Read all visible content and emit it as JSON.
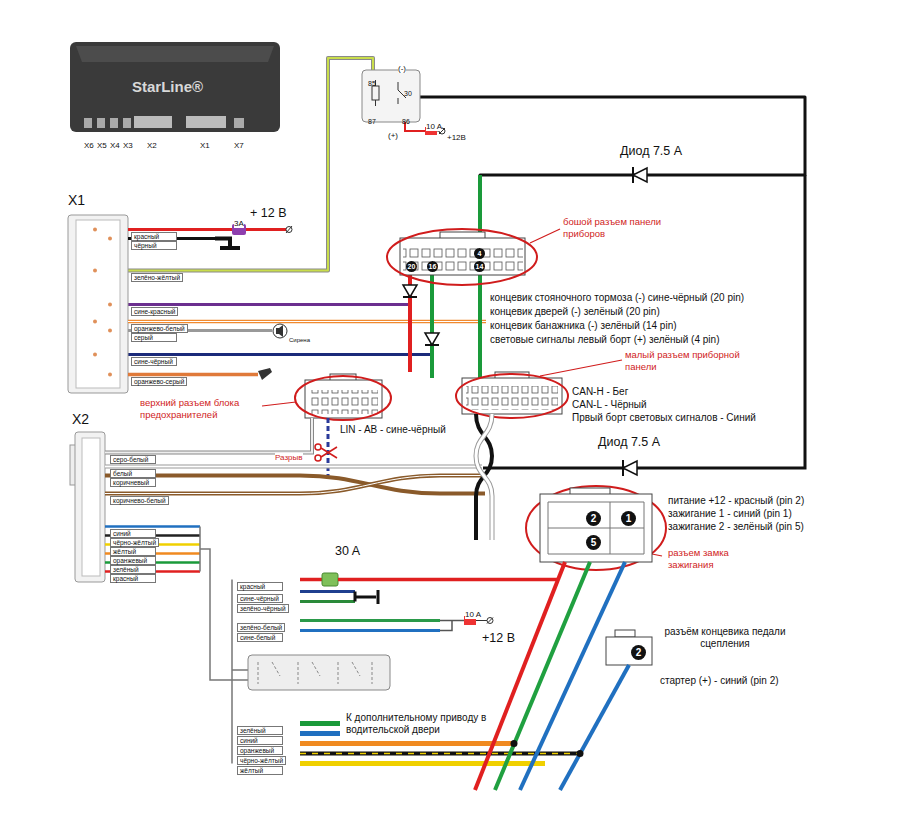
{
  "diagram": {
    "nodes": [
      {
        "text": [
          "StarLine®"
        ]
      },
      {
        "text": [
          "X1"
        ]
      },
      {
        "text": [
          "X2"
        ]
      },
      {
        "text": [
          "85",
          "30",
          "87",
          "86"
        ]
      },
      {
        "text": [
          "20",
          "16",
          "4",
          "14"
        ]
      },
      {
        "text": [
          "2",
          "1",
          "5"
        ]
      },
      {
        "text": [
          "2"
        ]
      }
    ],
    "edges": [
      {
        "from": 1,
        "to": 3,
        "arrow": "none"
      },
      {
        "from": 1,
        "to": 4,
        "arrow": "none"
      },
      {
        "from": 1,
        "to": 4,
        "arrow": "none"
      },
      {
        "from": 3,
        "to": 4,
        "arrow": "none"
      }
    ],
    "labels": [
      "X6",
      "X5",
      "X4",
      "X3",
      "X2",
      "X1",
      "X7",
      "(-)",
      "(+)",
      "10 A",
      "+12В",
      "Диод 7.5 А",
      "красный",
      "чёрный",
      "3A",
      "+ 12 В",
      "бошой разъем панели приборов",
      "зелёно-жёлтый",
      "концевик стояночного тормоза (-) сине-чёрный (20 pin)",
      "концевик дверей (-) зелёный (20 pin)",
      "концевик банажника (-) зелёный (14 pin)",
      "световые сигналы левый борт (+) зелёный (4 pin)",
      "сине-красный",
      "оранжево-белый",
      "серый",
      "Сирена",
      "сине-чёрный",
      "оранжево-серый",
      "малый разъем приборной панели",
      "CAN-H - Бег",
      "CAN-L - Чёрный",
      "Првый борт световых сигналов - Синий",
      "верхний разъем блока предохранителей",
      "LIN - AB - сине-чёрный",
      "Разрыв",
      "Диод 7.5 А",
      "серо-белый",
      "белый",
      "коричневый",
      "коричнево-белый",
      "питание +12 - красный (pin 2)",
      "зажигание 1 - синий (pin 1)",
      "зажигание 2 - зелёный (pin 5)",
      "синий",
      "чёрно-жёлтый",
      "жёлтый",
      "оранжевый",
      "зелёный",
      "красный",
      "30 A",
      "разъем замка зажигания",
      "красный",
      "сине-чёрный",
      "зелёно-чёрный",
      "10 A",
      "зелёно-белый",
      "сине-белый",
      "+12 В",
      "разъём концевика педали сцепления",
      "стартер (+) - синий (pin 2)",
      "К дополнительному приводу в водительской двери",
      "зелёный",
      "синий",
      "оранжевый",
      "чёрно-жёлтый",
      "жёлтый"
    ]
  }
}
